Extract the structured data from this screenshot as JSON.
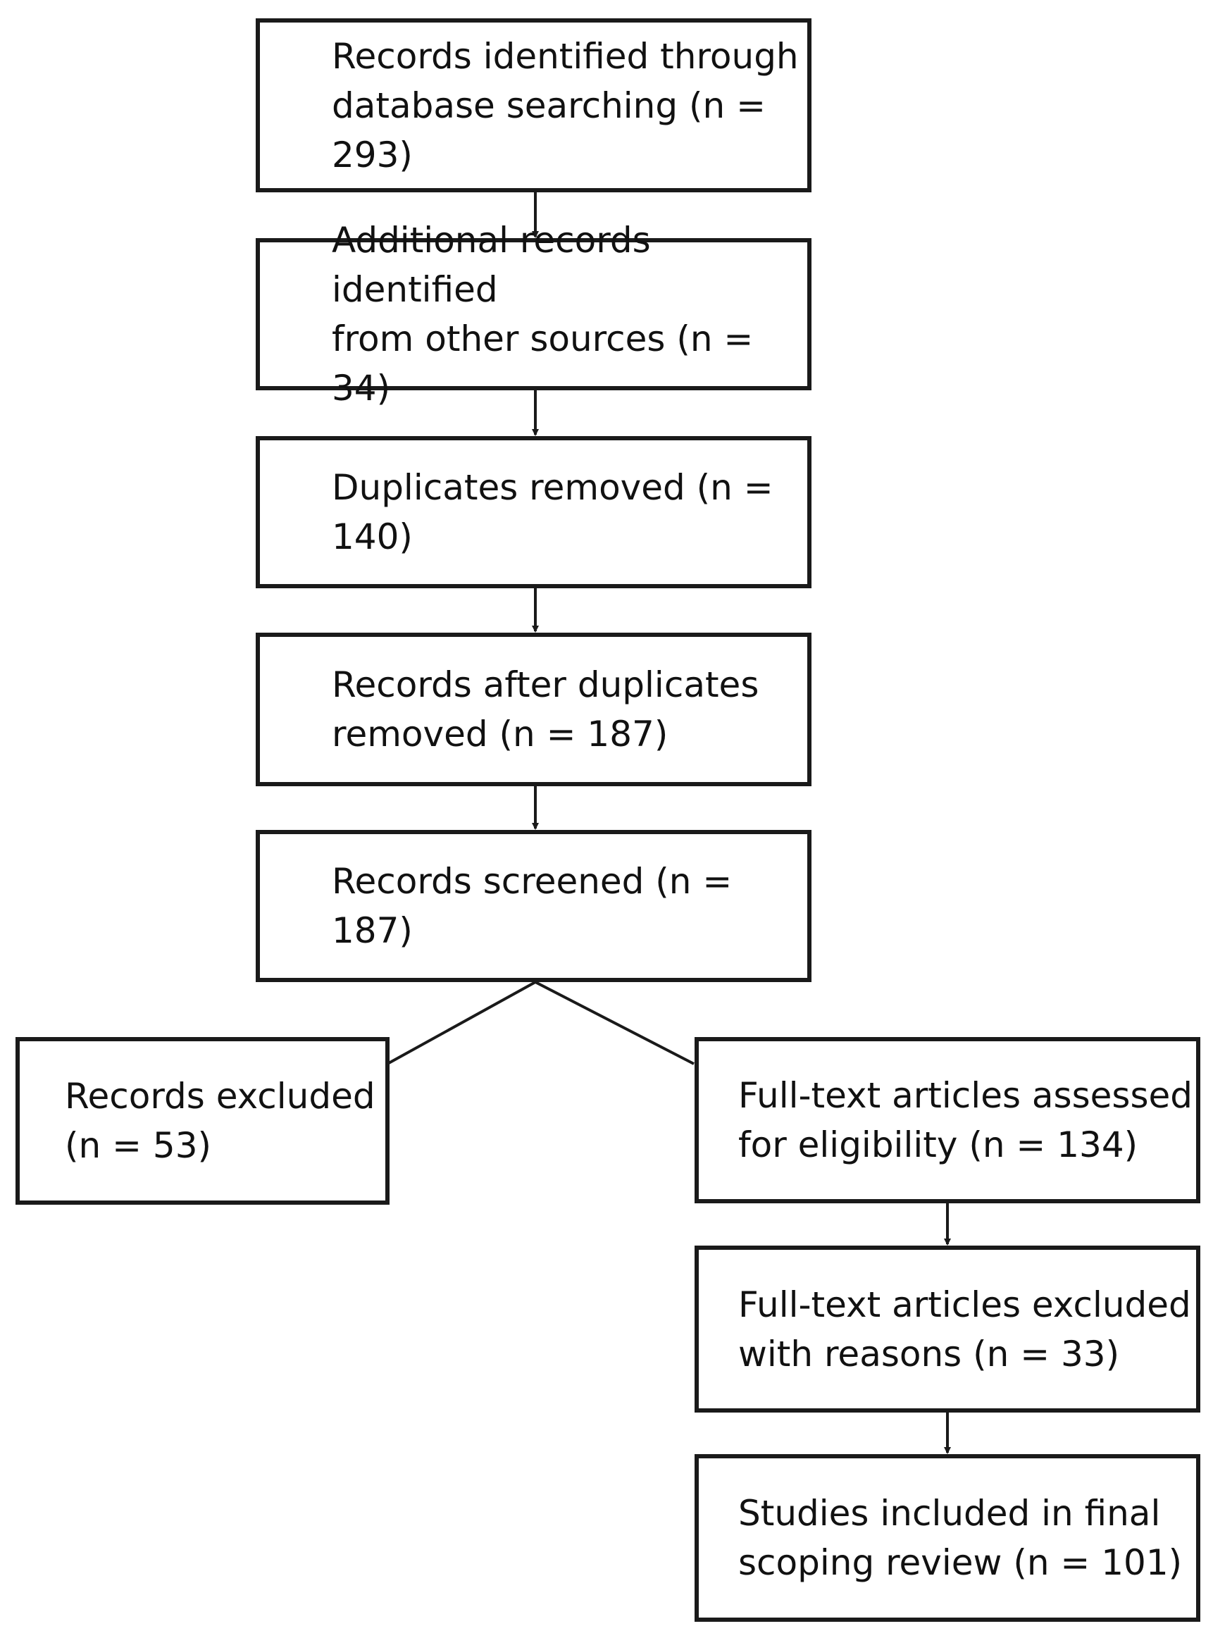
{
  "flow": {
    "identified": "Records identified through\ndatabase searching (n = 293)",
    "additional": "Additional records identified\nfrom other sources (n = 34)",
    "duplicates": "Duplicates removed (n = 140)",
    "after_duplicates": "Records after duplicates\nremoved (n = 187)",
    "screened": "Records screened (n = 187)",
    "excluded": "Records excluded\n(n = 53)",
    "assessed": "Full-text articles assessed\nfor eligibility (n = 134)",
    "fulltext_excluded": "Full-text articles excluded\nwith reasons (n = 33)",
    "included": "Studies included in final\nscoping review (n = 101)"
  }
}
